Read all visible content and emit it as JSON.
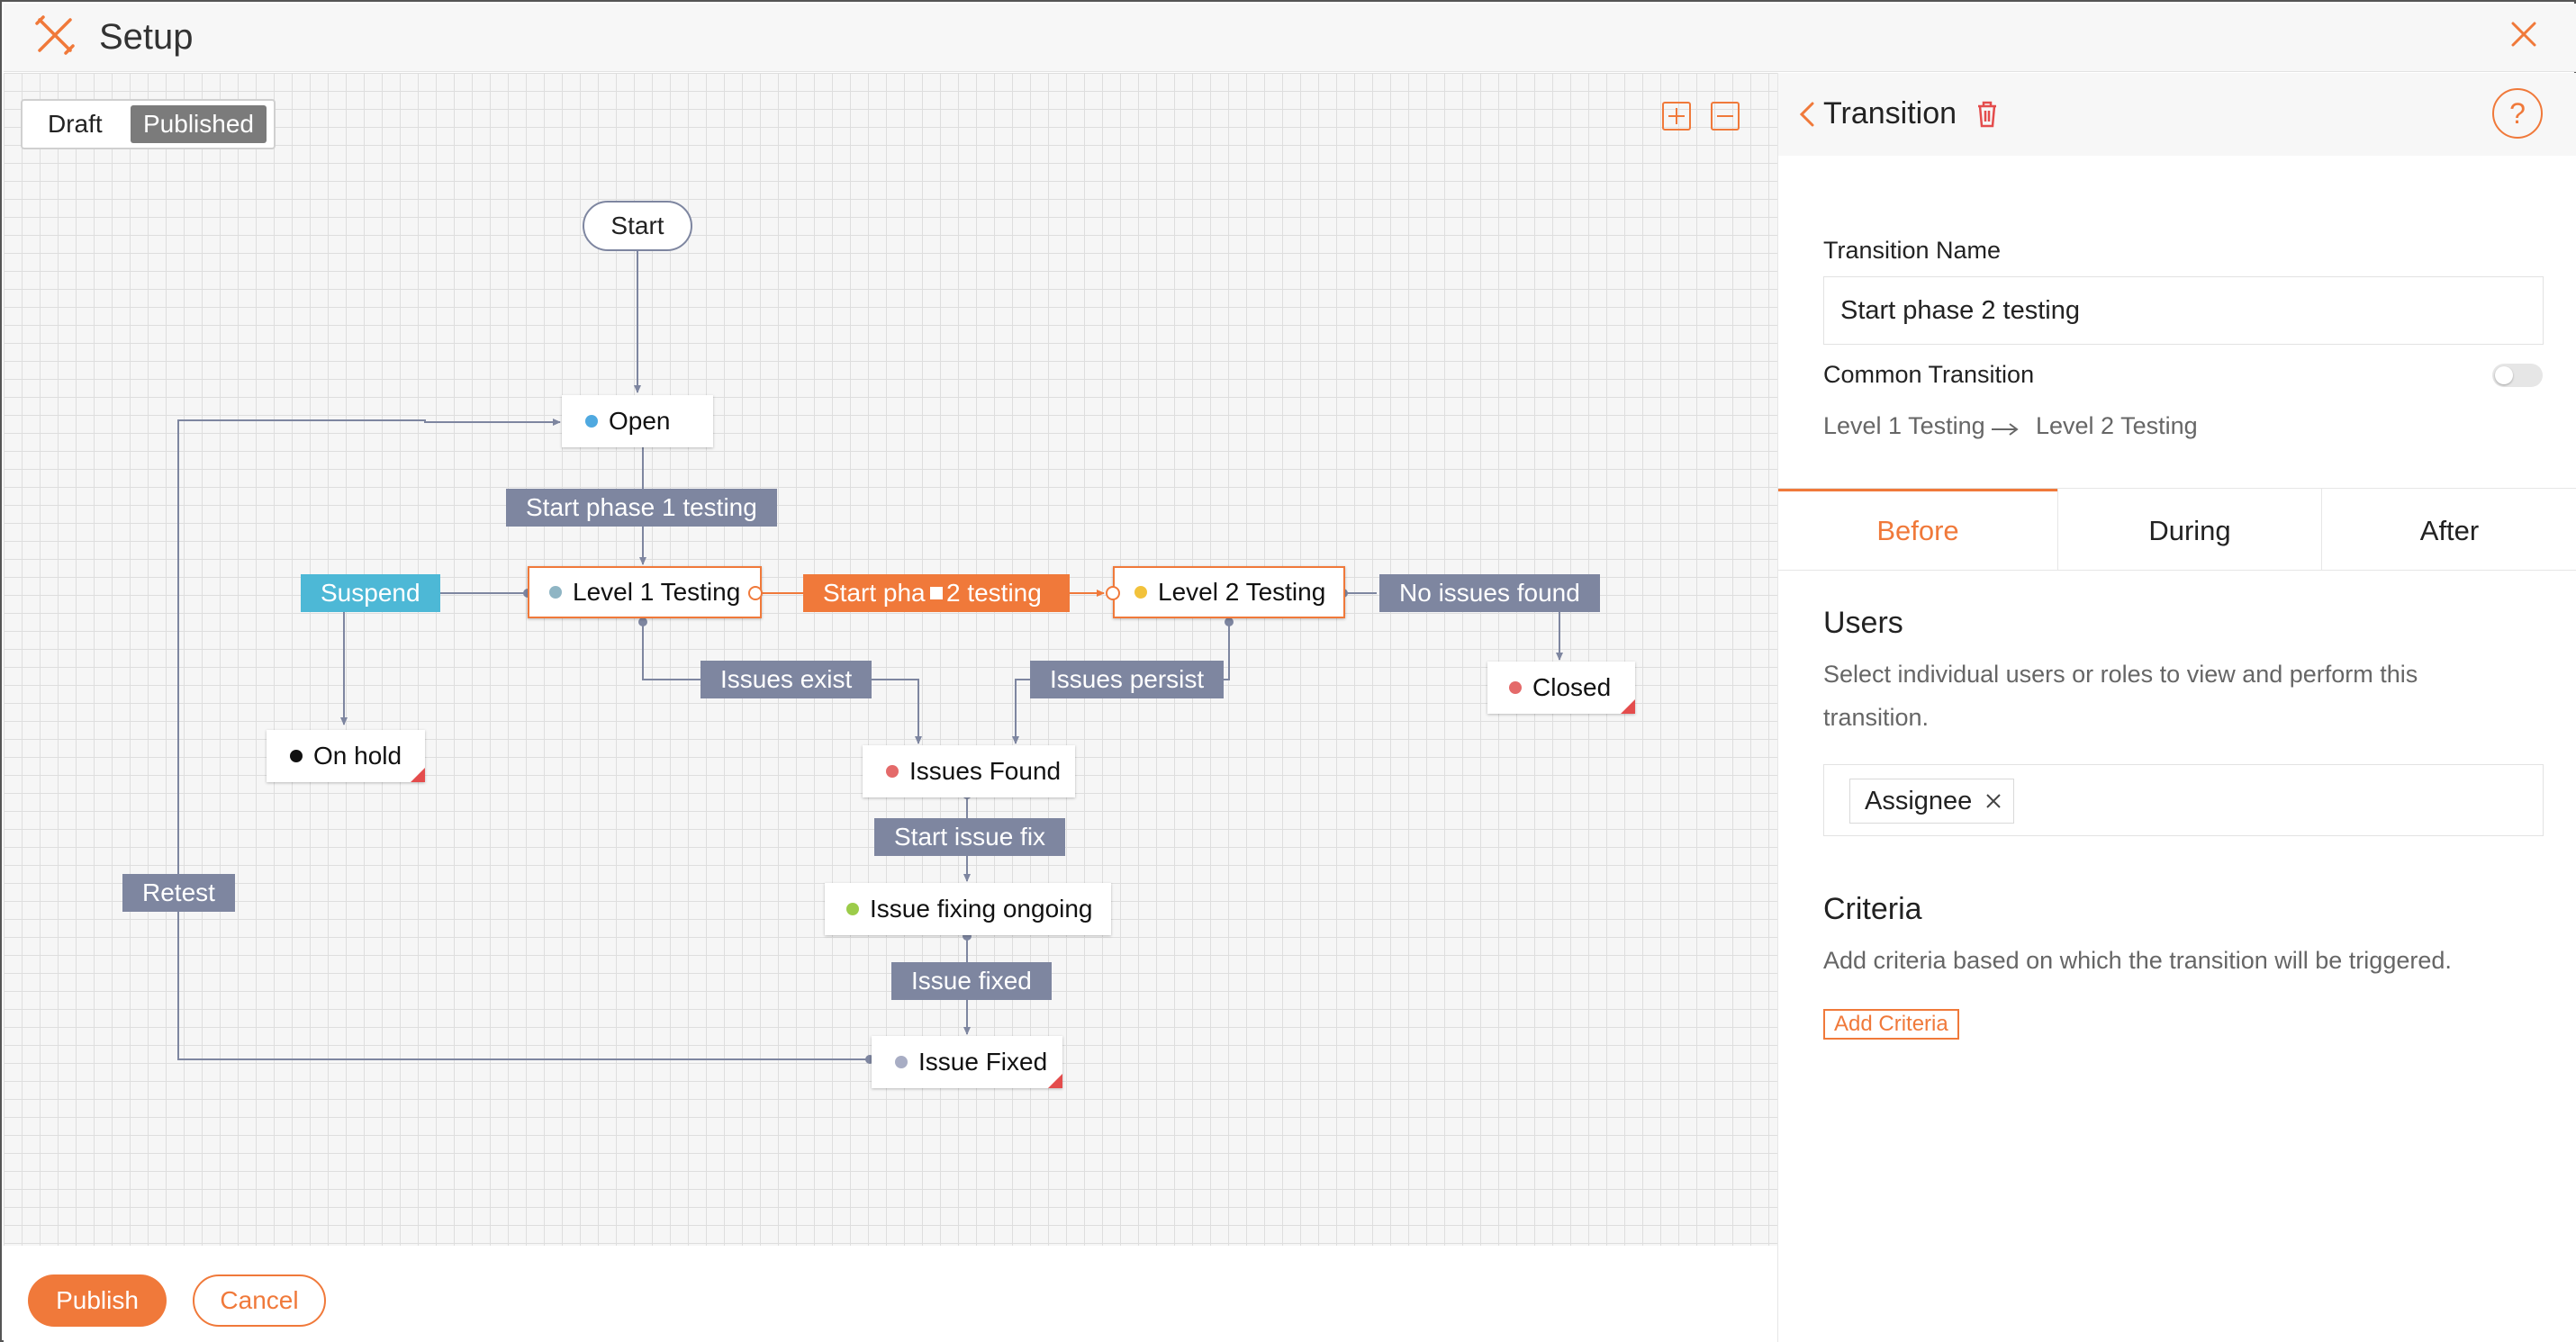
{
  "header": {
    "title": "Setup",
    "app_icon": "tools-icon",
    "close_icon": "close-icon"
  },
  "canvas": {
    "mode_toggle": {
      "draft": "Draft",
      "published": "Published",
      "selected": "Published"
    },
    "zoom_controls": {
      "zoom_in_icon": "plus-icon",
      "zoom_out_icon": "minus-icon"
    },
    "start_label": "Start",
    "states": {
      "open": {
        "label": "Open",
        "color": "#4fa9e0"
      },
      "level1": {
        "label": "Level 1 Testing",
        "color": "#8fb5c4"
      },
      "level2": {
        "label": "Level 2 Testing",
        "color": "#f2c23b"
      },
      "closed": {
        "label": "Closed",
        "color": "#e46a6a"
      },
      "on_hold": {
        "label": "On hold",
        "color": "#111111"
      },
      "issues_found": {
        "label": "Issues Found",
        "color": "#e46a6a"
      },
      "issue_fixing": {
        "label": "Issue fixing ongoing",
        "color": "#9ccc4a"
      },
      "issue_fixed": {
        "label": "Issue Fixed",
        "color": "#a8adc4"
      }
    },
    "transitions": {
      "start_phase1": "Start phase 1 testing",
      "suspend": "Suspend",
      "start_phase2": "Start pha   2 testing",
      "no_issues": "No issues found",
      "issues_exist": "Issues exist",
      "issues_persist": "Issues persist",
      "start_fix": "Start issue fix",
      "issue_fixed": "Issue fixed",
      "retest": "Retest"
    }
  },
  "footer": {
    "publish": "Publish",
    "cancel": "Cancel"
  },
  "panel": {
    "title": "Transition",
    "back_icon": "chevron-left-icon",
    "delete_icon": "trash-icon",
    "help": "?",
    "name_label": "Transition Name",
    "name_value": "Start phase 2 testing",
    "common_label": "Common Transition",
    "common_enabled": false,
    "from": "Level 1 Testing",
    "to": "Level 2 Testing",
    "arrow_icon": "arrow-right-icon",
    "tabs": [
      "Before",
      "During",
      "After"
    ],
    "active_tab": "Before",
    "users": {
      "title": "Users",
      "desc": "Select individual users or roles to view and perform this transition.",
      "chips": [
        "Assignee"
      ]
    },
    "criteria": {
      "title": "Criteria",
      "desc": "Add criteria based on which the transition will be triggered.",
      "button": "Add Criteria"
    }
  },
  "colors": {
    "accent": "#f0793a",
    "transition_label": "#7e86a0",
    "suspend_label": "#4db8d6",
    "connector": "#7e86a0"
  }
}
